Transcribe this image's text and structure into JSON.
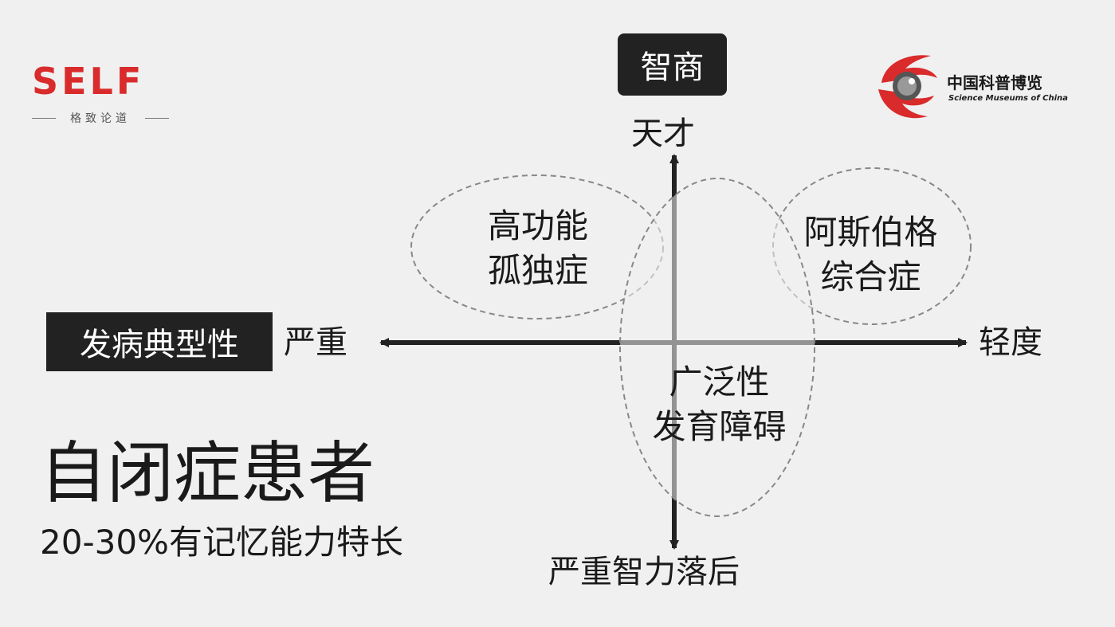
{
  "self_logo": {
    "wordmark": "SELF",
    "tagline": "格致论道",
    "color": "#d92b2b"
  },
  "museum_logo": {
    "name": "中国科普博览",
    "english": "Science Museums of China",
    "color": "#d92b2b"
  },
  "axes": {
    "vertical_title": "智商",
    "top_label": "天才",
    "bottom_label": "严重智力落后",
    "horizontal_title": "发病典型性",
    "left_label": "严重",
    "right_label": "轻度"
  },
  "regions": {
    "high_functioning": {
      "line1": "高功能",
      "line2": "孤独症"
    },
    "asperger": {
      "line1": "阿斯伯格",
      "line2": "综合症"
    },
    "pdd": {
      "line1": "广泛性",
      "line2": "发育障碍"
    }
  },
  "headline": {
    "title": "自闭症患者",
    "subtitle": "20-30%有记忆能力特长"
  },
  "colors": {
    "axis": "#222222",
    "ellipse": "#888888",
    "box": "#222222",
    "background": "#f0f0f0"
  }
}
